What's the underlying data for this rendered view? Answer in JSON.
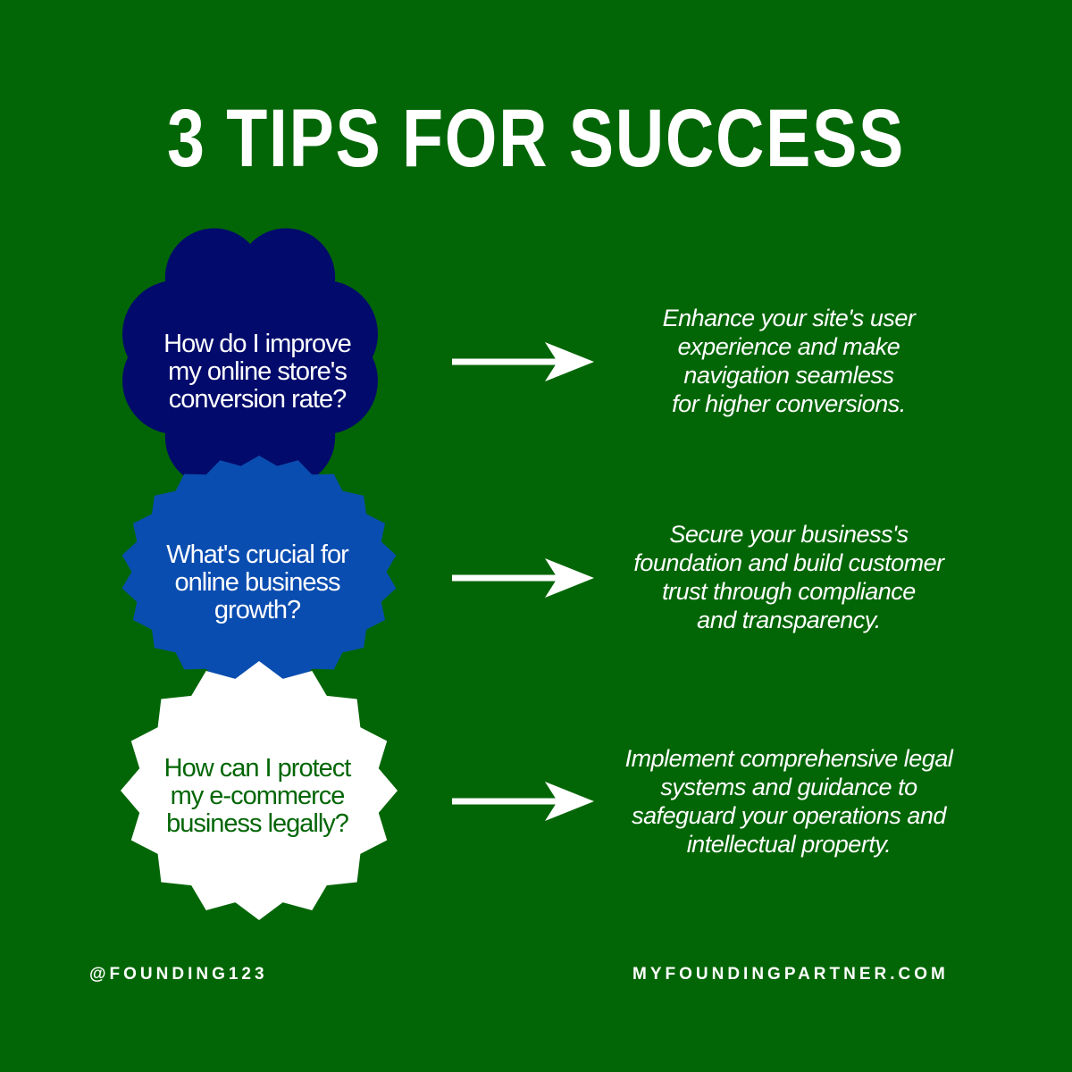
{
  "title": "3 TIPS FOR SUCCESS",
  "tips": [
    {
      "question_lines": [
        "How do I improve",
        "my online store's",
        "conversion rate?"
      ],
      "answer_lines": [
        "Enhance your site's user",
        "experience and make",
        "navigation seamless",
        "for higher conversions."
      ],
      "badge_color": "#020b6b",
      "text_color": "#ffffff"
    },
    {
      "question_lines": [
        "What's crucial for",
        "online business",
        "growth?"
      ],
      "answer_lines": [
        "Secure your business's",
        "foundation and build customer",
        "trust through compliance",
        "and transparency."
      ],
      "badge_color": "#0a4db0",
      "text_color": "#ffffff"
    },
    {
      "question_lines": [
        "How can I protect",
        "my e-commerce",
        "business legally?"
      ],
      "answer_lines": [
        "Implement comprehensive legal",
        "systems and guidance to",
        "safeguard your operations and",
        "intellectual property."
      ],
      "badge_color": "#ffffff",
      "text_color": "#036606"
    }
  ],
  "footer": {
    "handle": "@FOUNDING123",
    "website": "MYFOUNDINGPARTNER.COM"
  },
  "colors": {
    "background": "#036606",
    "arrow": "#ffffff"
  }
}
